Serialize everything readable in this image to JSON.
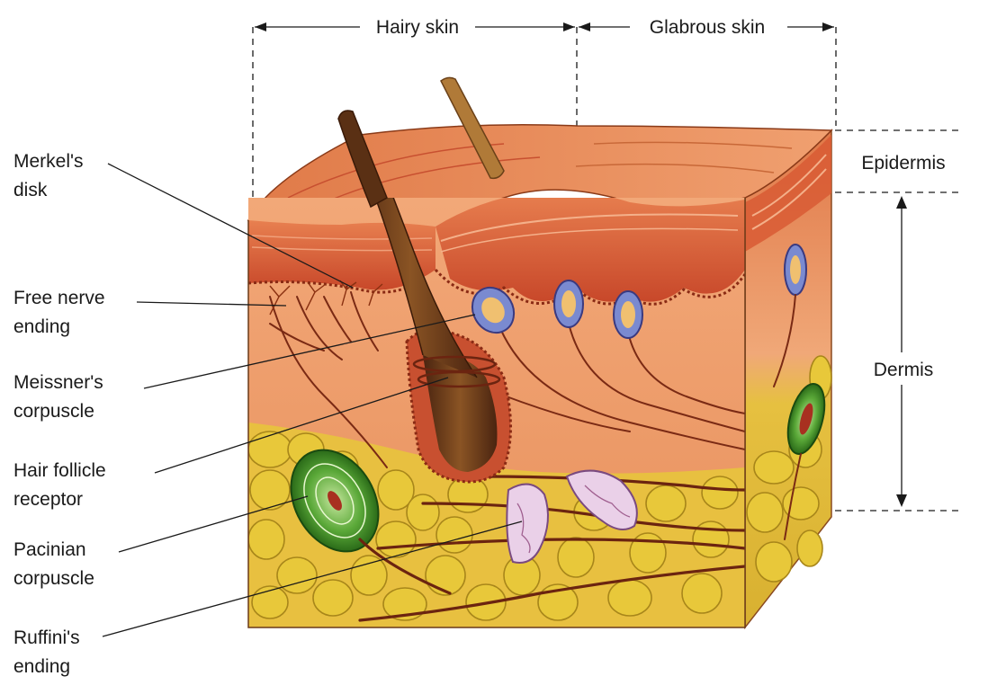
{
  "header": {
    "hairy_skin": "Hairy skin",
    "glabrous_skin": "Glabrous skin"
  },
  "layers": {
    "epidermis": "Epidermis",
    "dermis": "Dermis"
  },
  "receptors": [
    {
      "line1": "Merkel's",
      "line2": "disk"
    },
    {
      "line1": "Free nerve",
      "line2": "ending"
    },
    {
      "line1": "Meissner's",
      "line2": "corpuscle"
    },
    {
      "line1": "Hair follicle",
      "line2": "receptor"
    },
    {
      "line1": "Pacinian",
      "line2": "corpuscle"
    },
    {
      "line1": "Ruffini's",
      "line2": "ending"
    }
  ],
  "colors": {
    "epidermis": "#d9623a",
    "dermis": "#f0a070",
    "fat": "#e8c83a",
    "hair": "#6b3a16",
    "pacinian": "#4a9a2a",
    "meissner": "#6f7fc8",
    "ruffini": "#e8c8e0"
  }
}
